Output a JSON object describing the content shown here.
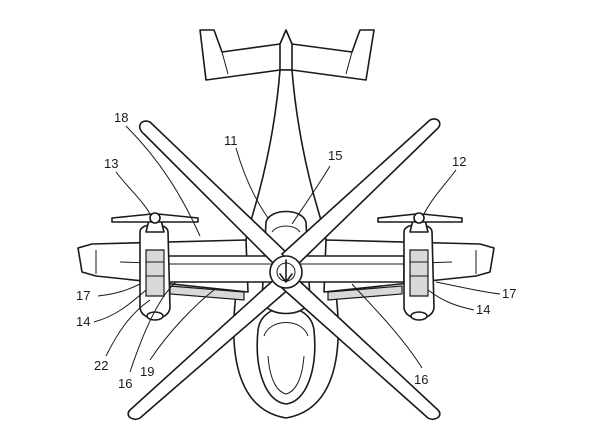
{
  "figure": {
    "labels": {
      "l11": "11",
      "l12": "12",
      "l13": "13",
      "l14a": "14",
      "l14b": "14",
      "l15": "15",
      "l16a": "16",
      "l16b": "16",
      "l17a": "17",
      "l17b": "17",
      "l18": "18",
      "l19": "19",
      "l22": "22"
    }
  }
}
